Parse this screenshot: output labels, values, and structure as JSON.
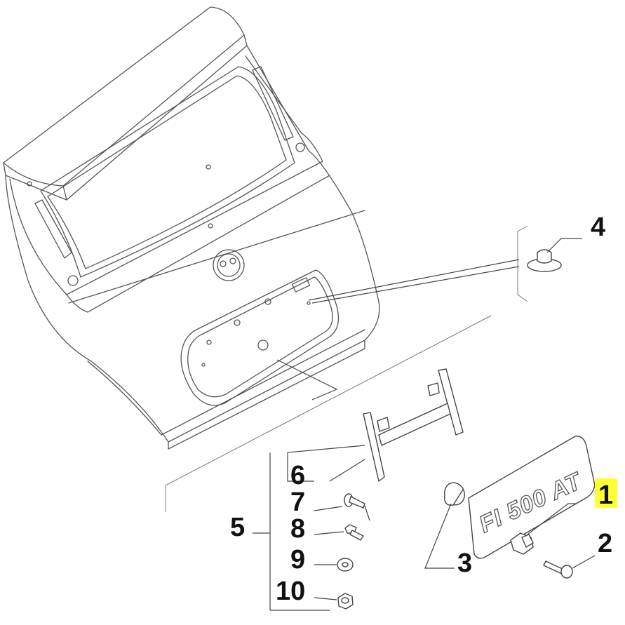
{
  "diagram": {
    "badge_text": "FI 500 AT",
    "callouts": [
      {
        "id": "c1",
        "label": "1",
        "highlighted": true
      },
      {
        "id": "c2",
        "label": "2",
        "highlighted": false
      },
      {
        "id": "c3",
        "label": "3",
        "highlighted": false
      },
      {
        "id": "c4",
        "label": "4",
        "highlighted": false
      },
      {
        "id": "c5",
        "label": "5",
        "highlighted": false
      },
      {
        "id": "c6",
        "label": "6",
        "highlighted": false
      },
      {
        "id": "c7",
        "label": "7",
        "highlighted": false
      },
      {
        "id": "c8",
        "label": "8",
        "highlighted": false
      },
      {
        "id": "c9",
        "label": "9",
        "highlighted": false
      },
      {
        "id": "c10",
        "label": "10",
        "highlighted": false
      }
    ],
    "highlight_color": "#ffff33"
  }
}
